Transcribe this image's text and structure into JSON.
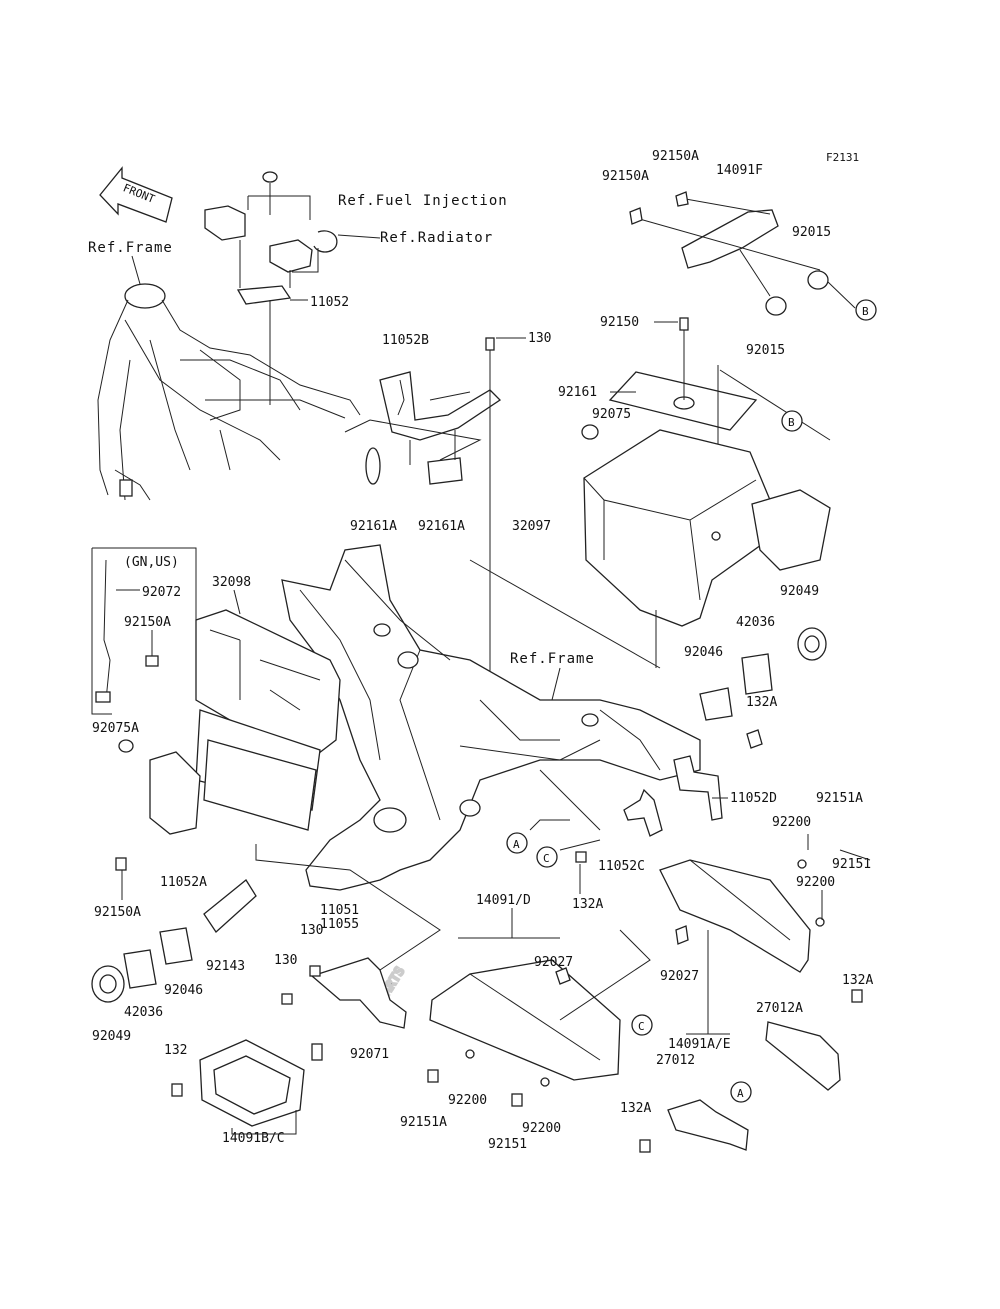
{
  "figure_code": "F2131",
  "watermark": "XPARTS",
  "front_arrow_label": "FRONT",
  "refs": {
    "fuel_injection": "Ref.Fuel Injection",
    "radiator": "Ref.Radiator",
    "frame_top": "Ref.Frame",
    "frame_mid": "Ref.Frame"
  },
  "callouts": [
    "A",
    "B",
    "C"
  ],
  "part_labels": {
    "p92150A_top": "92150A",
    "p14091F": "14091F",
    "p92150A_left": "92150A",
    "p92015_a": "92015",
    "p92015_b": "92015",
    "p11052": "11052",
    "p11052B": "11052B",
    "p130_top": "130",
    "p92150": "92150",
    "p92161": "92161",
    "p92075": "92075",
    "p92161A_a": "92161A",
    "p92161A_b": "92161A",
    "p32097": "32097",
    "p_gnus": "(GN,US)",
    "p92072": "92072",
    "p32098": "32098",
    "p92150A_mid": "92150A",
    "p92049_r": "92049",
    "p42036_r": "42036",
    "p92046_r": "92046",
    "p132A_r": "132A",
    "p92075A": "92075A",
    "p11052D": "11052D",
    "p92151A_r": "92151A",
    "p92200_r1": "92200",
    "p92151_r": "92151",
    "p11052C": "11052C",
    "p132A_m": "132A",
    "p92200_r2": "92200",
    "p92150A_bot": "92150A",
    "p11052A": "11052A",
    "p11051": "11051",
    "p11055": "11055",
    "p14091D": "14091/D",
    "p92143": "92143",
    "p130_b1": "130",
    "p130_b2": "130",
    "p92027_m": "92027",
    "p92027_r": "92027",
    "p92046_l": "92046",
    "p42036_l": "42036",
    "p92049_l": "92049",
    "p132A_rb": "132A",
    "p27012A": "27012A",
    "p14091AE": "14091A/E",
    "p27012": "27012",
    "p92071": "92071",
    "p132": "132",
    "p92200_b1": "92200",
    "p92151A_b": "92151A",
    "p92200_b2": "92200",
    "p92151_b": "92151",
    "p132A_b": "132A",
    "p14091BC": "14091B/C"
  }
}
